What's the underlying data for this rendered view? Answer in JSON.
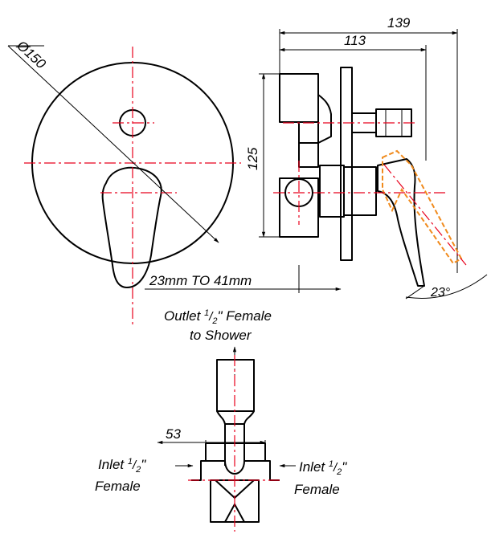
{
  "dimensions": {
    "diameter": "Ø150",
    "overall_depth": "139",
    "body_depth": "113",
    "height": "125",
    "wall_range": "23mm TO 41mm",
    "lever_angle": "23°",
    "body_width": "53"
  },
  "labels": {
    "outlet_line1_pre": "Outlet ",
    "outlet_frac_num": "1",
    "outlet_frac_den": "2",
    "outlet_line1_post": "\" Female",
    "outlet_line2": "to Shower",
    "inlet_left_pre": "Inlet ",
    "inlet_left_frac_num": "1",
    "inlet_left_frac_den": "2",
    "inlet_left_post": "\"",
    "inlet_left_line2": "Female",
    "inlet_right_pre": "Inlet ",
    "inlet_right_frac_num": "1",
    "inlet_right_frac_den": "2",
    "inlet_right_post": "\"",
    "inlet_right_line2": "Female"
  },
  "colors": {
    "outline": "#000000",
    "centerline": "#e8001c",
    "lever_alt_position": "#f08a1c"
  }
}
